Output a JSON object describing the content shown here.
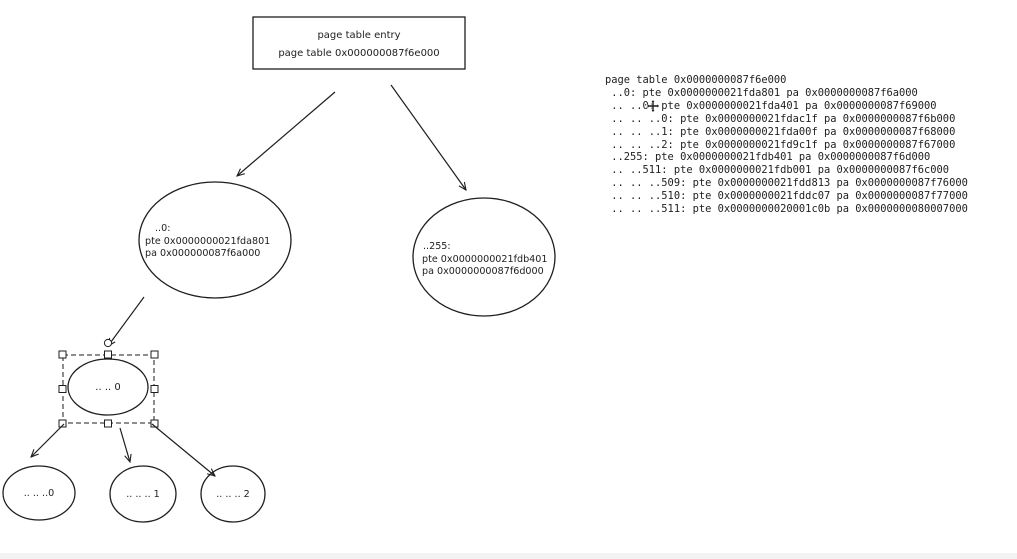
{
  "diagram": {
    "root": {
      "line1": "page table entry",
      "line2": "page table 0x000000087f6e000"
    },
    "left_node": {
      "line1": "..0:",
      "line2": "pte 0x0000000021fda801",
      "line3": "pa 0x000000087f6a000"
    },
    "right_node": {
      "line1": "..255:",
      "line2": "pte 0x0000000021fdb401",
      "line3": "pa 0x0000000087f6d000"
    },
    "selected_node": {
      "label": ".. .. 0"
    },
    "leaf_nodes": [
      {
        "label": ".. .. ..0"
      },
      {
        "label": ".. .. .. 1"
      },
      {
        "label": ".. .. .. 2"
      }
    ]
  },
  "console": {
    "lines": [
      "page table 0x0000000087f6e000",
      " ..0: pte 0x0000000021fda801 pa 0x0000000087f6a000",
      " .. ..0: pte 0x0000000021fda401 pa 0x0000000087f69000",
      " .. .. ..0: pte 0x0000000021fdac1f pa 0x0000000087f6b000",
      " .. .. ..1: pte 0x0000000021fda00f pa 0x0000000087f68000",
      " .. .. ..2: pte 0x0000000021fd9c1f pa 0x0000000087f67000",
      " ..255: pte 0x0000000021fdb401 pa 0x0000000087f6d000",
      " .. ..511: pte 0x0000000021fdb001 pa 0x0000000087f6c000",
      " .. .. ..509: pte 0x0000000021fdd813 pa 0x0000000087f76000",
      " .. .. ..510: pte 0x0000000021fddc07 pa 0x0000000087f77000",
      " .. .. ..511: pte 0x0000000020001c0b pa 0x0000000080007000"
    ]
  },
  "colors": {
    "stroke": "#1e1e1e",
    "background": "#ffffff",
    "selection": "#1e1e1e"
  },
  "icons": {
    "cursor": "move-cursor-icon"
  }
}
